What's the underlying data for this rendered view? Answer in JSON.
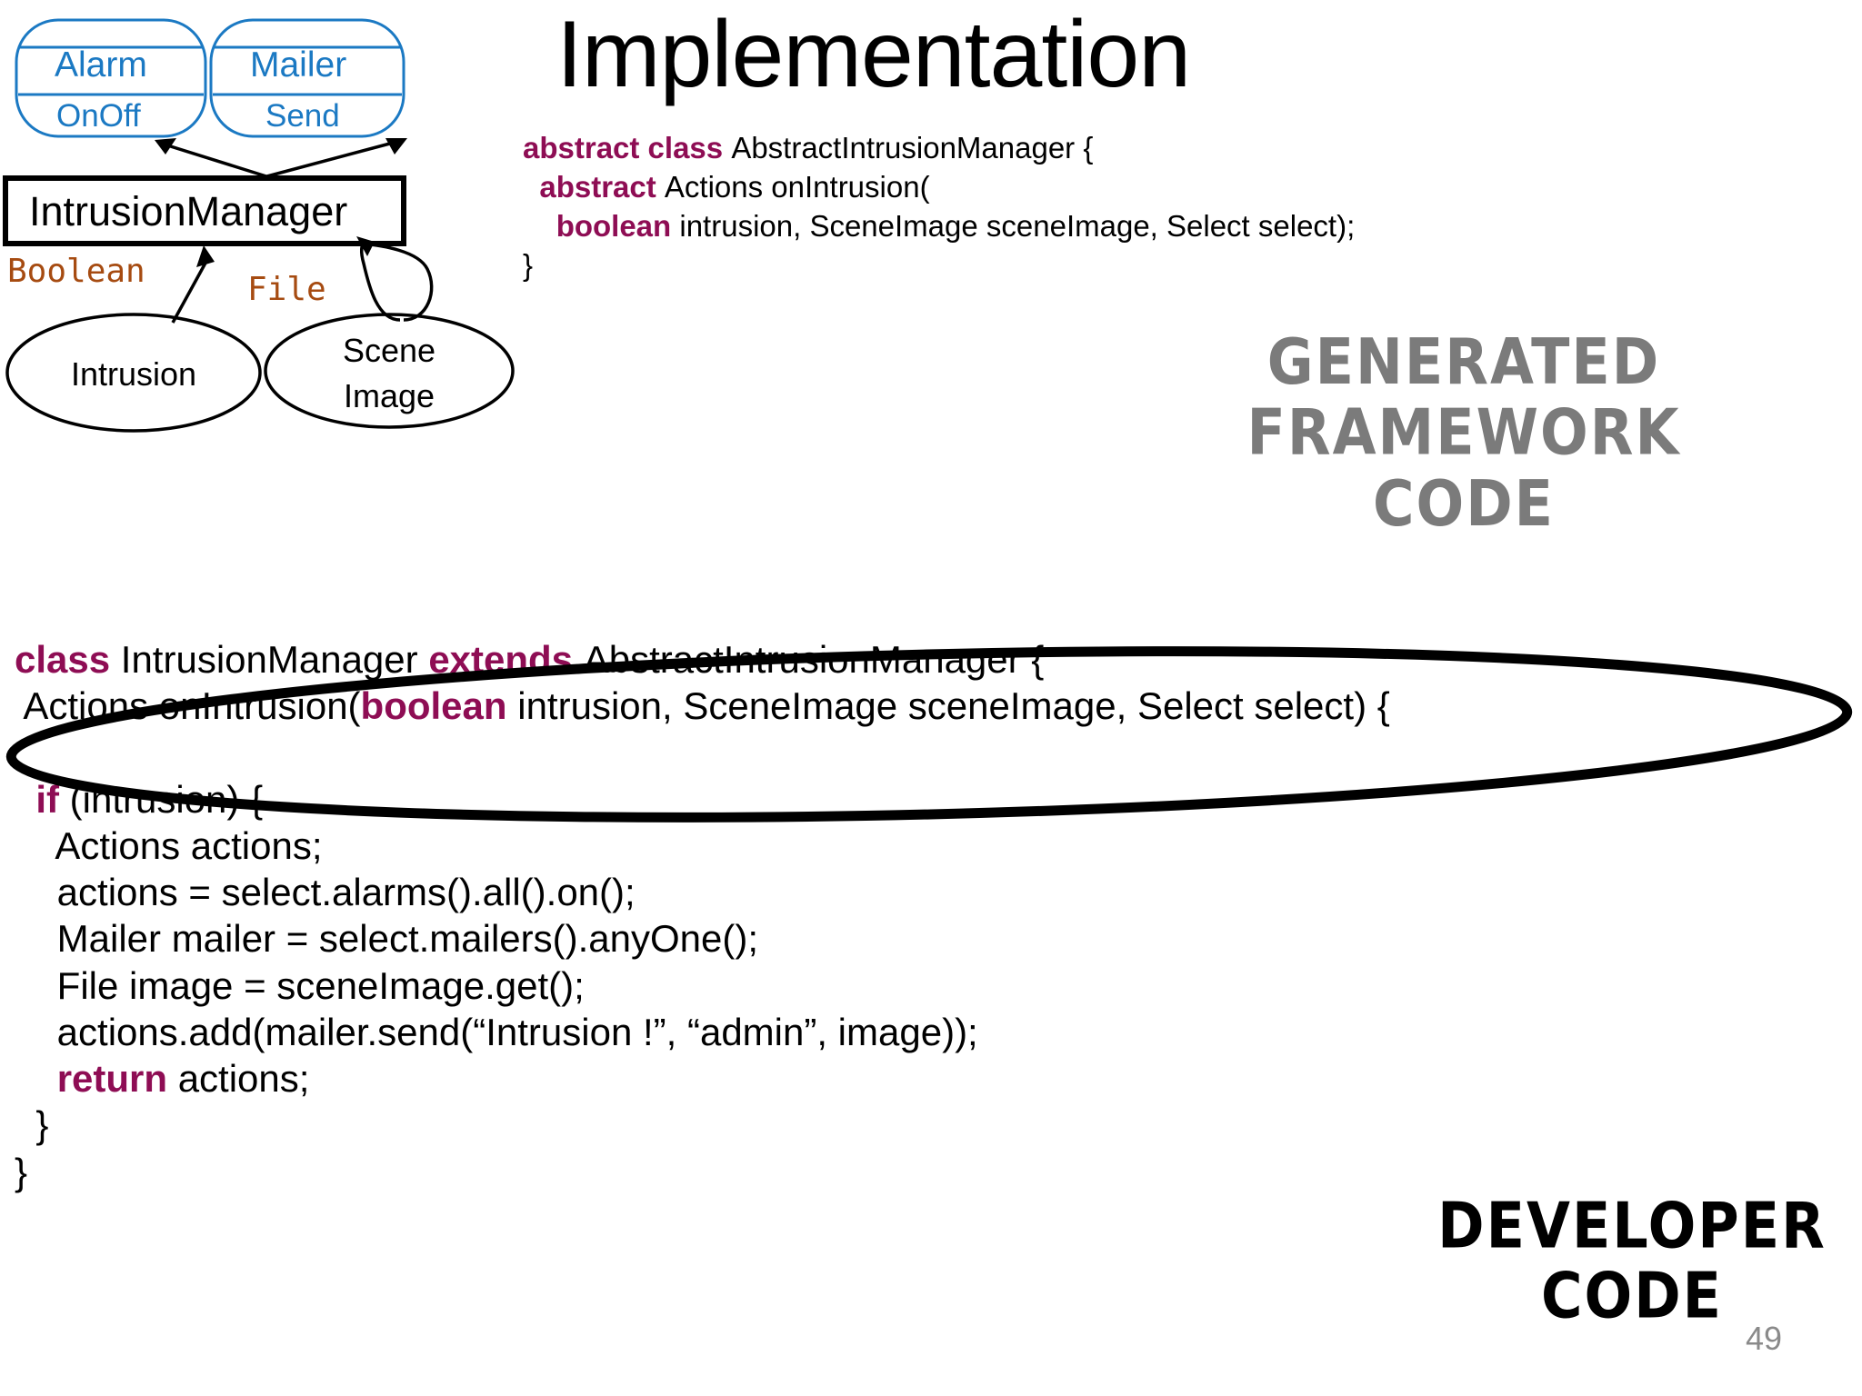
{
  "slide": {
    "title": "Implementation",
    "page_number": "49"
  },
  "diagram": {
    "interfaces": [
      {
        "name": "Alarm",
        "operation": "OnOff"
      },
      {
        "name": "Mailer",
        "operation": "Send"
      }
    ],
    "class_box": {
      "label": "IntrusionManager"
    },
    "edge_labels": [
      {
        "label": "Boolean"
      },
      {
        "label": "File"
      }
    ],
    "ellipses": [
      {
        "line1": "Intrusion",
        "line2": ""
      },
      {
        "line1": "Scene",
        "line2": "Image"
      }
    ],
    "colors": {
      "interface_stroke": "#1b79c3",
      "interface_text": "#1b79c3",
      "class_stroke": "#000000",
      "edge_label_text": "#a64b11",
      "ellipse_stroke": "#000000"
    }
  },
  "framework_code": {
    "annotation_line1": "GENERATED",
    "annotation_line2": "FRAMEWORK CODE",
    "annotation_color": "#7b7b7b",
    "keyword_color": "#8e0d54",
    "lines": [
      [
        {
          "t": "abstract class ",
          "kw": true
        },
        {
          "t": "AbstractIntrusionManager {",
          "kw": false
        }
      ],
      [
        {
          "t": "  ",
          "kw": false
        },
        {
          "t": "abstract ",
          "kw": true
        },
        {
          "t": "Actions onIntrusion(",
          "kw": false
        }
      ],
      [
        {
          "t": "    ",
          "kw": false
        },
        {
          "t": "boolean ",
          "kw": true
        },
        {
          "t": "intrusion, SceneImage sceneImage, Select select);",
          "kw": false
        }
      ],
      [
        {
          "t": "}",
          "kw": false
        }
      ]
    ]
  },
  "developer_code": {
    "annotation_line1": "DEVELOPER",
    "annotation_line2": "CODE",
    "annotation_color": "#000000",
    "keyword_color": "#8e0d54",
    "lines": [
      [
        {
          "t": "class ",
          "kw": true
        },
        {
          "t": "IntrusionManager ",
          "kw": false
        },
        {
          "t": "extends ",
          "kw": true
        },
        {
          "t": "AbstractIntrusionManager {",
          "kw": false
        }
      ],
      [
        {
          "t": " Actions onIntrusion(",
          "kw": false
        },
        {
          "t": "boolean ",
          "kw": true
        },
        {
          "t": "intrusion, SceneImage sceneImage, Select select) {",
          "kw": false
        }
      ],
      [
        {
          "t": "",
          "kw": false
        }
      ],
      [
        {
          "t": "  ",
          "kw": false
        },
        {
          "t": "if ",
          "kw": true
        },
        {
          "t": "(intrusion) {",
          "kw": false
        }
      ],
      [
        {
          "t": "    Actions actions;",
          "kw": false
        }
      ],
      [
        {
          "t": "    actions = select.alarms().all().on();",
          "kw": false
        }
      ],
      [
        {
          "t": "    Mailer mailer = select.mailers().anyOne();",
          "kw": false
        }
      ],
      [
        {
          "t": "    File image = sceneImage.get();",
          "kw": false
        }
      ],
      [
        {
          "t": "    actions.add(mailer.send(“Intrusion !”, “admin”, image));",
          "kw": false
        }
      ],
      [
        {
          "t": "    ",
          "kw": false
        },
        {
          "t": "return ",
          "kw": true
        },
        {
          "t": "actions;",
          "kw": false
        }
      ],
      [
        {
          "t": "  }",
          "kw": false
        }
      ],
      [
        {
          "t": "}",
          "kw": false
        }
      ]
    ]
  }
}
